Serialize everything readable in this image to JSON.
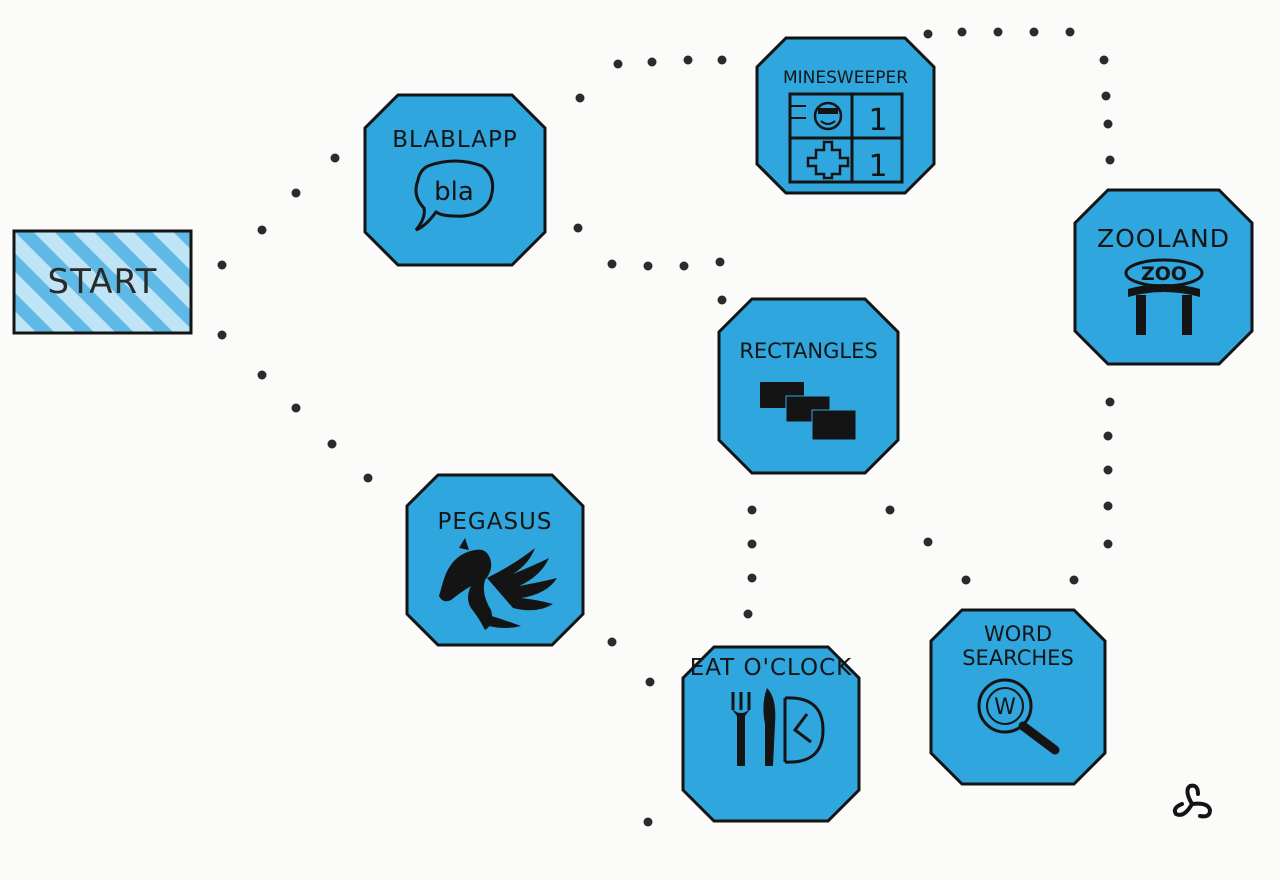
{
  "colors": {
    "tile_fill": "#2fa6dd",
    "tile_stroke": "#141414",
    "stripe_light": "#bfe4f5",
    "stripe_blue": "#5fb9e6",
    "dot": "#2b2b2b"
  },
  "start": {
    "label": "START"
  },
  "games": [
    {
      "id": "blablapp",
      "label": "BLABLAPP",
      "icon": "speech-bubble-icon",
      "icon_text": "bla"
    },
    {
      "id": "minesweeper",
      "label": "MINESWEEPER",
      "icon": "minesweeper-grid-icon",
      "icon_digits": [
        "1",
        "1"
      ]
    },
    {
      "id": "zooland",
      "label": "ZOOLAND",
      "icon": "zoo-gate-icon",
      "icon_text": "ZOO"
    },
    {
      "id": "rectangles",
      "label": "RECTANGLES",
      "icon": "stacked-rectangles-icon"
    },
    {
      "id": "pegasus",
      "label": "PEGASUS",
      "icon": "pegasus-icon"
    },
    {
      "id": "eat-oclock",
      "label": "EAT O'CLOCK",
      "icon": "fork-knife-clock-icon"
    },
    {
      "id": "word-searches",
      "label": "WORD SEARCHES",
      "icon": "magnifier-w-icon",
      "icon_text": "W"
    }
  ],
  "logo": {
    "icon": "spiral-logo-icon"
  }
}
